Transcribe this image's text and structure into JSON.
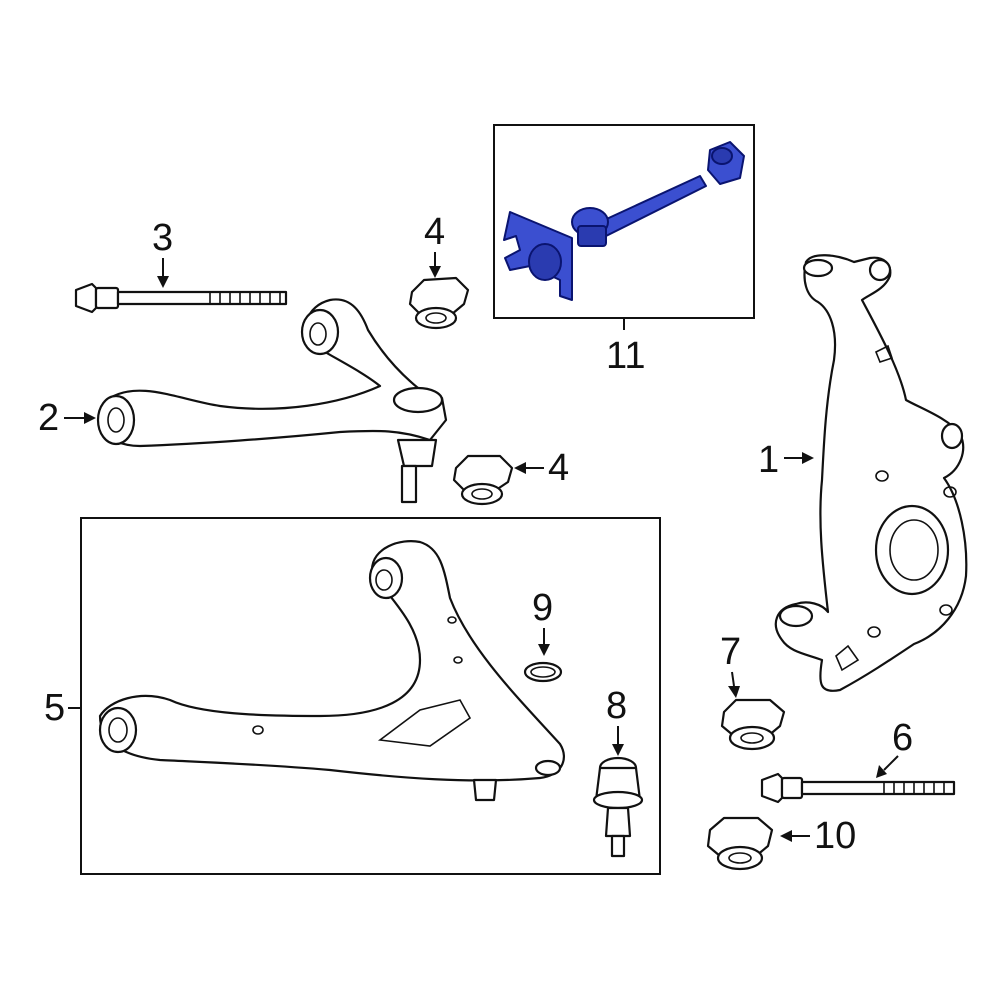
{
  "diagram": {
    "callouts": {
      "c1": "1",
      "c2": "2",
      "c3": "3",
      "c4a": "4",
      "c4b": "4",
      "c5": "5",
      "c6": "6",
      "c7": "7",
      "c8": "8",
      "c9": "9",
      "c10": "10",
      "c11": "11"
    },
    "highlight_color": "#3b4fd0",
    "highlighted_part": "11"
  }
}
